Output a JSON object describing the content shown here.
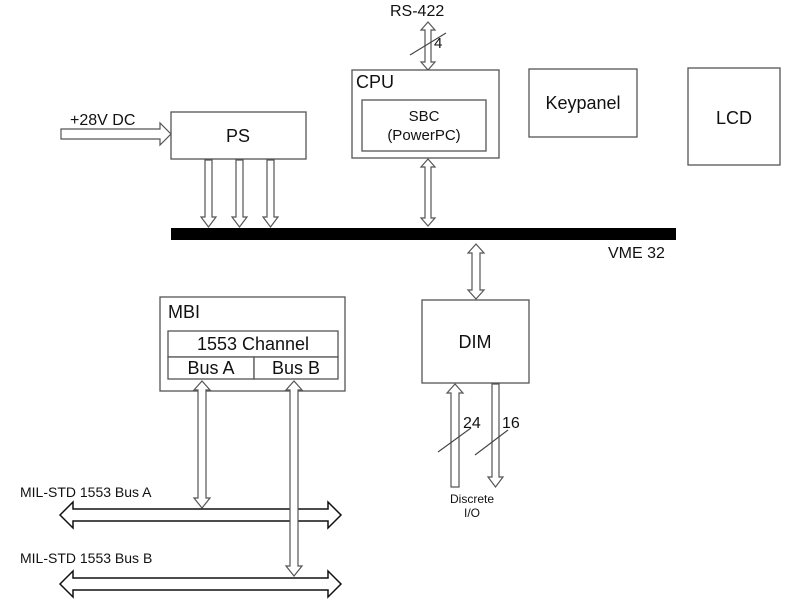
{
  "diagram": {
    "title": "System block diagram",
    "interfaces": {
      "rs422": {
        "label": "RS-422",
        "width_label": "4"
      },
      "power_in": {
        "label": "+28V DC"
      },
      "vme_bus": {
        "label": "VME  32"
      },
      "discrete_io": {
        "label_line1": "Discrete",
        "label_line2": "I/O",
        "in_width": "24",
        "out_width": "16"
      },
      "bus_a": {
        "label": "MIL-STD 1553 Bus A"
      },
      "bus_b": {
        "label": "MIL-STD 1553 Bus B"
      }
    },
    "blocks": {
      "cpu": {
        "label": "CPU",
        "inner_line1": "SBC",
        "inner_line2": "(PowerPC)"
      },
      "ps": {
        "label": "PS"
      },
      "keypanel": {
        "label": "Keypanel"
      },
      "lcd": {
        "label": "LCD"
      },
      "dim": {
        "label": "DIM"
      },
      "mbi": {
        "label": "MBI",
        "channel": "1553 Channel",
        "bus_a": "Bus A",
        "bus_b": "Bus B"
      }
    },
    "colors": {
      "bus_bar": "#000000",
      "outline": "#555555",
      "text": "#111111"
    }
  }
}
